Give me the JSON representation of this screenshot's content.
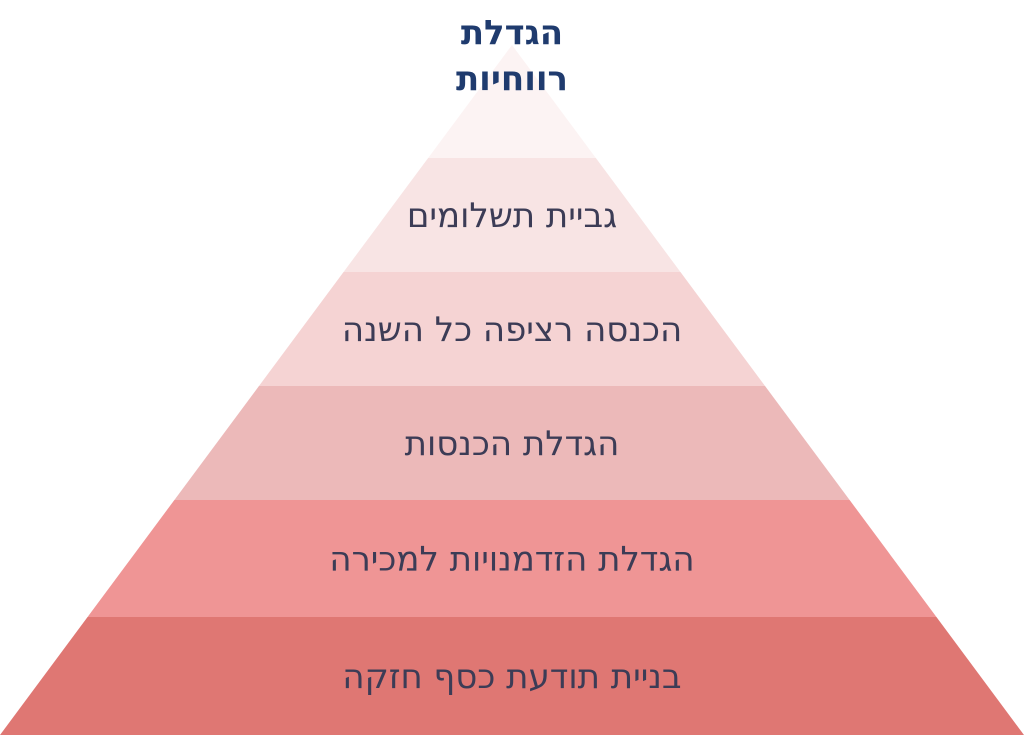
{
  "diagram": {
    "apex": {
      "line1": "הגדלת",
      "line2": "רווחיות",
      "color": "#1f3b6e"
    },
    "levels": [
      {
        "label": "",
        "color": "#fcf3f3"
      },
      {
        "label": "גביית תשלומים",
        "color": "#f8e4e4"
      },
      {
        "label": "הכנסה רציפה כל השנה",
        "color": "#f5d3d3"
      },
      {
        "label": "הגדלת הכנסות",
        "color": "#ecb9b9"
      },
      {
        "label": "הגדלת הזדמנויות למכירה",
        "color": "#ef9595"
      },
      {
        "label": "בניית תודעת כסף חזקה",
        "color": "#df7773"
      }
    ],
    "label_color": "#3c3c56"
  }
}
